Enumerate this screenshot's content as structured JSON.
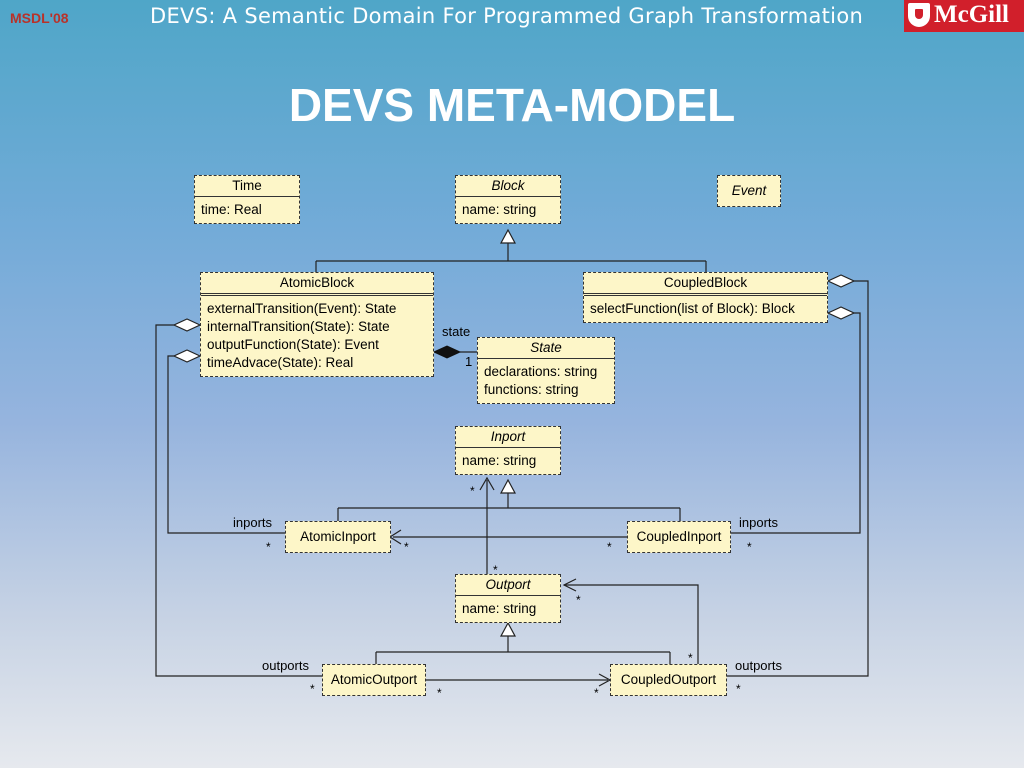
{
  "header": {
    "conference": "MSDL'08",
    "title": "DEVS: A Semantic Domain For Programmed Graph Transformation",
    "logo_text": "McGill"
  },
  "slide": {
    "title": "DEVS META-MODEL"
  },
  "classes": {
    "time": {
      "name": "Time",
      "attributes": [
        "time: Real"
      ]
    },
    "block": {
      "name": "Block",
      "attributes": [
        "name: string"
      ]
    },
    "event": {
      "name": "Event"
    },
    "atomic_block": {
      "name": "AtomicBlock",
      "operations": [
        "externalTransition(Event): State",
        "internalTransition(State): State",
        "outputFunction(State): Event",
        "timeAdvace(State): Real"
      ]
    },
    "coupled_block": {
      "name": "CoupledBlock",
      "operations": [
        "selectFunction(list of Block): Block"
      ]
    },
    "state": {
      "name": "State",
      "attributes": [
        "declarations: string",
        "functions: string"
      ]
    },
    "inport": {
      "name": "Inport",
      "attributes": [
        "name: string"
      ]
    },
    "atomic_inport": {
      "name": "AtomicInport"
    },
    "coupled_inport": {
      "name": "CoupledInport"
    },
    "outport": {
      "name": "Outport",
      "attributes": [
        "name: string"
      ]
    },
    "atomic_outport": {
      "name": "AtomicOutport"
    },
    "coupled_outport": {
      "name": "CoupledOutport"
    }
  },
  "labels": {
    "state_role": "state",
    "state_mult": "1",
    "inports_left": "inports",
    "inports_right": "inports",
    "outports_left": "outports",
    "outports_right": "outports",
    "many": "*"
  }
}
